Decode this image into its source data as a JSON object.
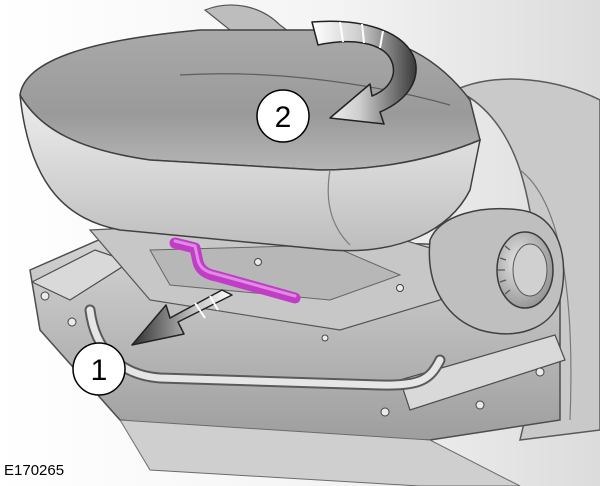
{
  "figure": {
    "id": "E170265",
    "callouts": [
      {
        "number": "1",
        "arrow": "pull-forward-arrow"
      },
      {
        "number": "2",
        "arrow": "rotate-curved-arrow"
      }
    ],
    "highlight_color": "#c23dc7",
    "icons": [
      "car-seat",
      "seat-adjustment-bar",
      "recline-knob"
    ]
  }
}
